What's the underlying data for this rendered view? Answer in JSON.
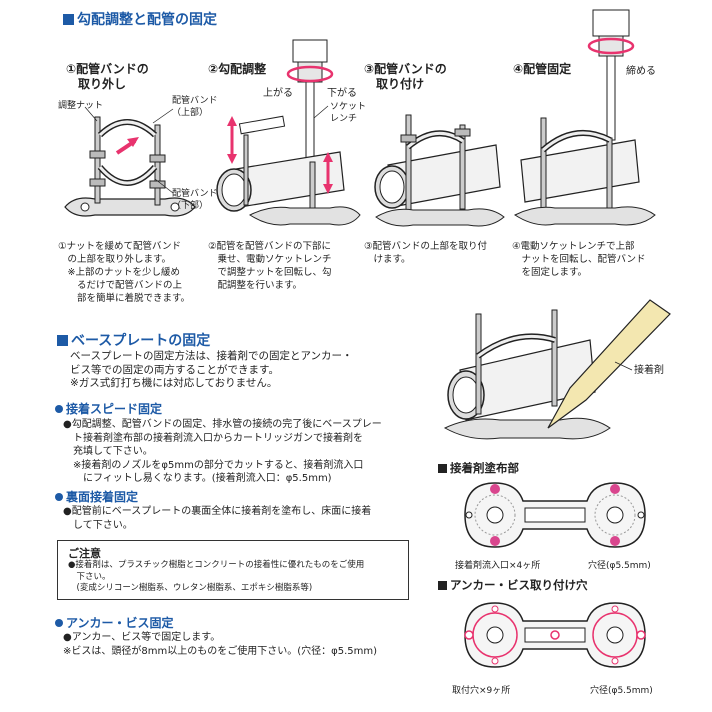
{
  "section1": {
    "title": "勾配調整と配管の固定",
    "steps": [
      {
        "title_l1": "①配管バンドの",
        "title_l2": "取り外し",
        "labels": {
          "nut": "調整ナット",
          "band_top_l1": "配管バンド",
          "band_top_l2": "（上部）",
          "band_bottom_l1": "配管バンド",
          "band_bottom_l2": "（下部）"
        },
        "desc": [
          "①ナットを緩めて配管バンド",
          "　の上部を取り外します。",
          "　※上部のナットを少し緩め",
          "　　るだけで配管バンドの上",
          "　　部を簡単に着脱できます。"
        ]
      },
      {
        "title_l1": "②勾配調整",
        "title_l2": "",
        "labels": {
          "up": "上がる",
          "down": "下がる",
          "socket_l1": "ソケット",
          "socket_l2": "レンチ"
        },
        "desc": [
          "②配管を配管バンドの下部に",
          "　乗せ、電動ソケットレンチ",
          "　で調整ナットを回転し、勾",
          "　配調整を行います。"
        ]
      },
      {
        "title_l1": "③配管バンドの",
        "title_l2": "取り付け",
        "labels": {},
        "desc": [
          "③配管バンドの上部を取り付",
          "　けます。"
        ]
      },
      {
        "title_l1": "④配管固定",
        "title_l2": "",
        "labels": {
          "tighten": "締める"
        },
        "desc": [
          "④電動ソケットレンチで上部",
          "　ナットを回転し、配管バンド",
          "　を固定します。"
        ]
      }
    ]
  },
  "section2": {
    "title": "ベースプレートの固定",
    "intro": [
      "ベースプレートの固定方法は、接着剤での固定とアンカー・",
      "ビス等での固定の両方することができます。",
      "※ガス式釘打ち機には対応しておりません。"
    ],
    "speed": {
      "title": "接着スピード固定",
      "lines": [
        "●勾配調整、配管バンドの固定、排水管の接続の完了後にベースプレー",
        "　ト接着剤塗布部の接着剤流入口からカートリッジガンで接着剤を",
        "　充填して下さい。",
        "　※接着剤のノズルをφ5mmの部分でカットすると、接着剤流入口",
        "　　にフィットし易くなります。(接着剤流入口：φ5.5mm)"
      ]
    },
    "back": {
      "title": "裏面接着固定",
      "lines": [
        "●配管前にベースプレートの裏面全体に接着剤を塗布し、床面に接着",
        "　して下さい。"
      ]
    },
    "notice": {
      "title": "ご注意",
      "lines": [
        "●接着剤は、プラスチック樹脂とコンクリートの接着性に優れたものをご使用",
        "　下さい。",
        "　(変成シリコーン樹脂系、ウレタン樹脂系、エポキシ樹脂系等)"
      ]
    },
    "anchor": {
      "title": "アンカー・ビス固定",
      "lines": [
        "●アンカー、ビス等で固定します。",
        "※ビスは、頭径が8mm以上のものをご使用下さい。(穴径：φ5.5mm)"
      ]
    },
    "figures": {
      "adhesive_label": "接着剤",
      "glue_title": "接着剤塗布部",
      "glue_inlet": "接着剤流入口×4ヶ所",
      "glue_hole": "穴径(φ5.5mm)",
      "anchor_title": "アンカー・ビス取り付け穴",
      "anchor_holes": "取付穴×9ヶ所",
      "anchor_hole": "穴径(φ5.5mm)"
    }
  },
  "colors": {
    "accent": "#1d5aa6",
    "arrow_pink": "#e8336e",
    "glue_pink": "#d9468e",
    "nozzle": "#f3e7b0"
  }
}
